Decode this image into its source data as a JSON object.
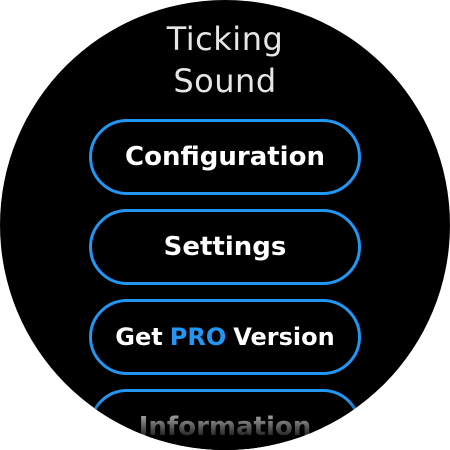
{
  "header": {
    "title_line1": "Ticking",
    "title_line2": "Sound"
  },
  "menu": {
    "configuration_label": "Configuration",
    "settings_label": "Settings",
    "pro_prefix": "Get",
    "pro_highlight": "PRO",
    "pro_suffix": "Version",
    "information_label": "Information"
  },
  "colors": {
    "background": "#000000",
    "accent": "#2196f3",
    "text": "#ffffff",
    "title_text": "#e6e6e6"
  }
}
